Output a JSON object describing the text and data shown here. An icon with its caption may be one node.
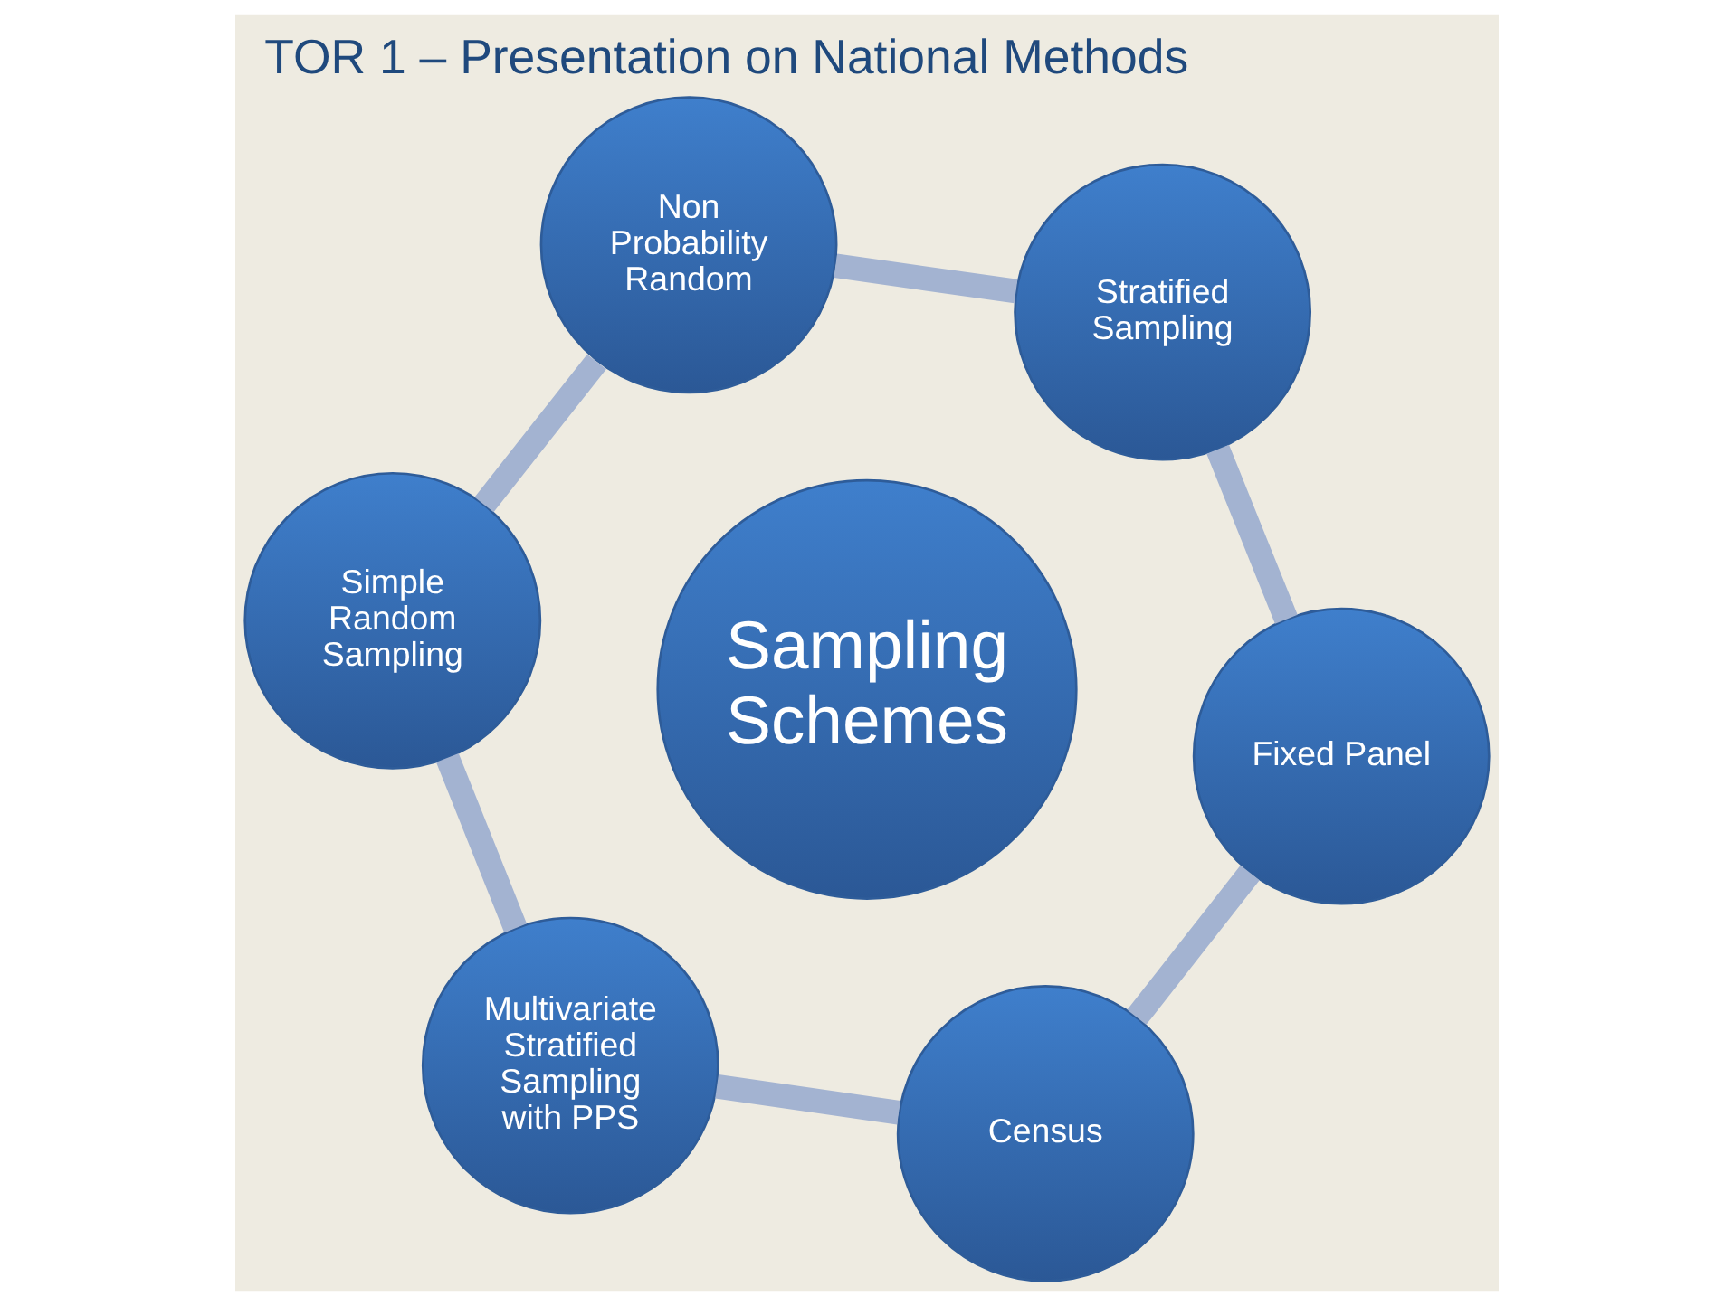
{
  "diagram": {
    "title": "TOR 1 – Presentation on National Methods",
    "nodes": [
      {
        "text": [
          "Sampling Schemes"
        ]
      },
      {
        "text": [
          "Census"
        ]
      },
      {
        "text": [
          "Fixed Panel"
        ]
      },
      {
        "text": [
          "Stratified Sampling"
        ]
      },
      {
        "text": [
          "Non Probability Random"
        ]
      },
      {
        "text": [
          "Simple Random Sampling"
        ]
      },
      {
        "text": [
          "Multivariate Stratified Sampling with PPS"
        ]
      }
    ],
    "edges": [
      {
        "from": 1,
        "to": 2,
        "arrow": "none"
      },
      {
        "from": 2,
        "to": 3,
        "arrow": "none"
      },
      {
        "from": 3,
        "to": 4,
        "arrow": "none"
      },
      {
        "from": 4,
        "to": 5,
        "arrow": "none"
      },
      {
        "from": 5,
        "to": 6,
        "arrow": "none"
      },
      {
        "from": 6,
        "to": 1,
        "arrow": "none"
      }
    ]
  }
}
